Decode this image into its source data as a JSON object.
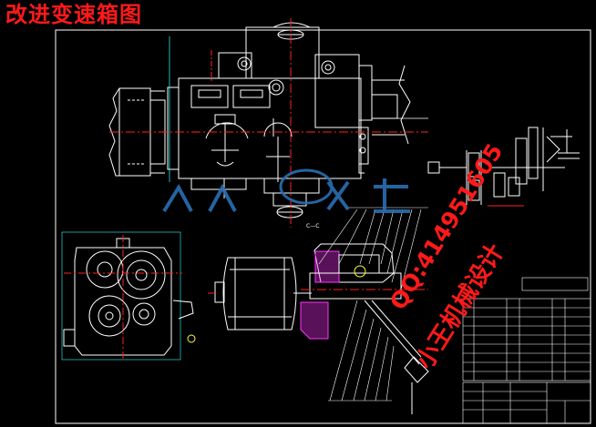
{
  "title": "改进变速箱图",
  "watermark": {
    "qq": "QQ:414951605",
    "shop": "小王机械设计"
  },
  "section_label": "C—C",
  "colors": {
    "background": "#000000",
    "line": "#ffffff",
    "title_red": "#ff1a1a",
    "logo_blue": "#2a6fb3",
    "magenta": "#ff33ff",
    "yellow": "#ffff33",
    "red_line": "#ff2020",
    "cyan": "#33ffff",
    "green": "#33ff33"
  }
}
